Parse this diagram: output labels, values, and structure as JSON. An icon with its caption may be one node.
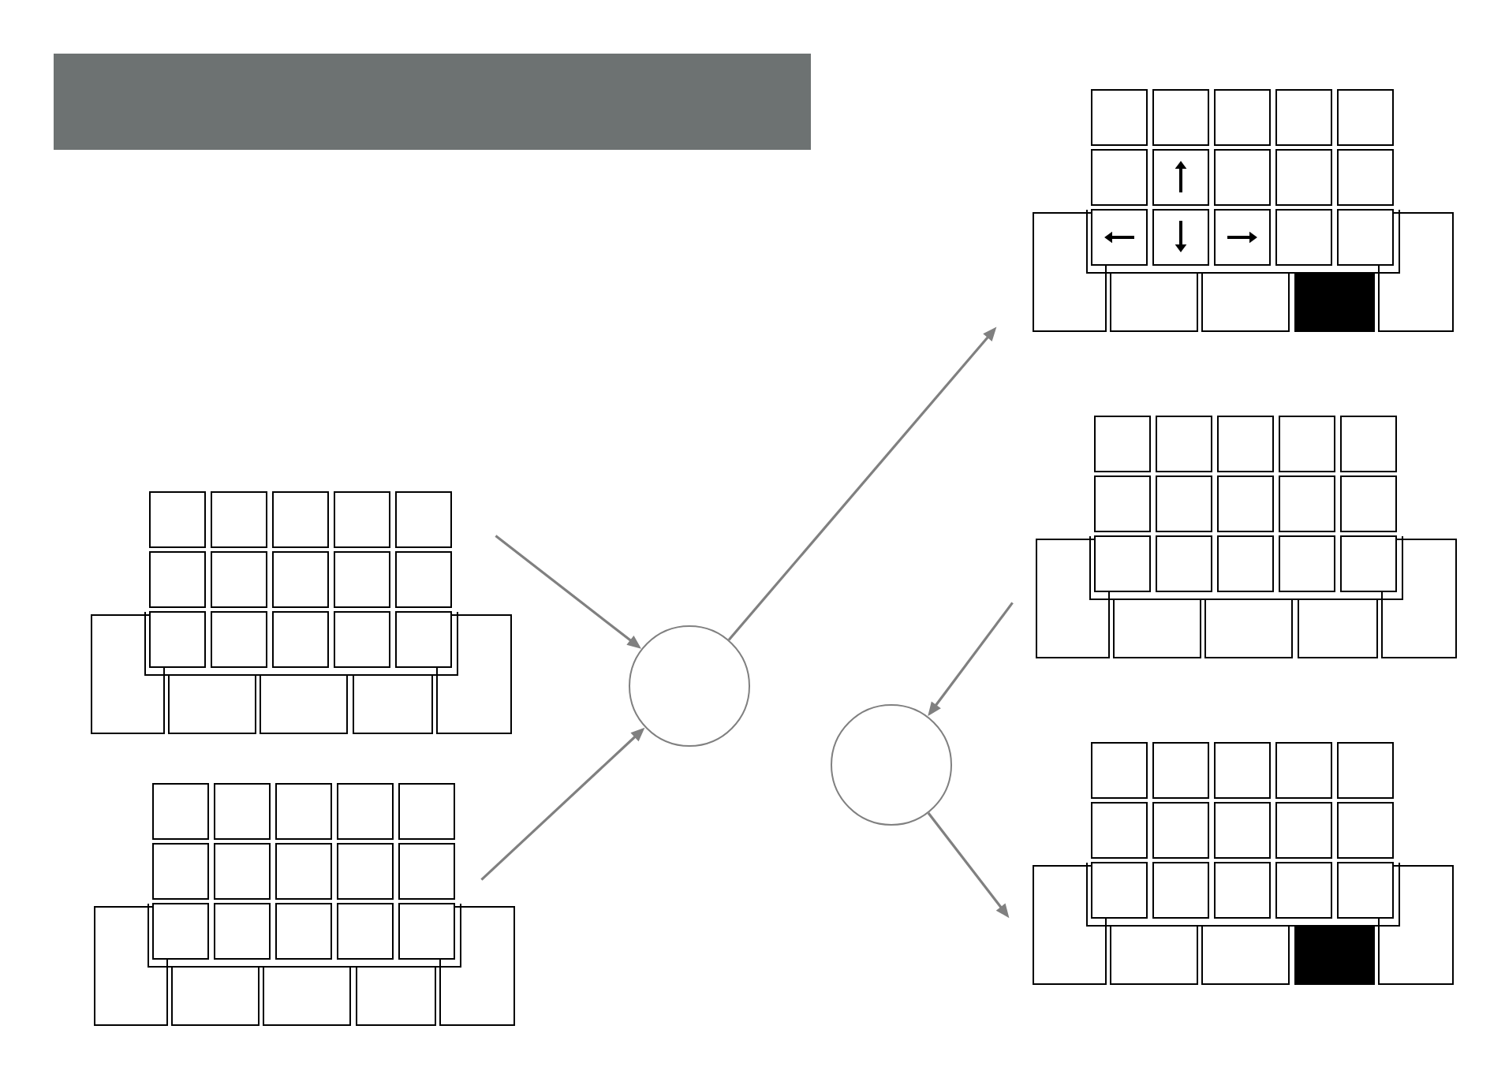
{
  "diagram": {
    "nodes": [
      {
        "text": [],
        "shape": "bar"
      },
      {
        "text": [],
        "shape": "picture"
      },
      {
        "text": [],
        "shape": "picture"
      },
      {
        "text": [],
        "shape": "circle"
      },
      {
        "text": [],
        "shape": "picture"
      },
      {
        "text": [],
        "shape": "picture"
      },
      {
        "text": [],
        "shape": "circle"
      },
      {
        "text": [],
        "shape": "picture"
      }
    ],
    "edges": [
      {
        "from": 1,
        "to": 3,
        "arrow": "to"
      },
      {
        "from": 2,
        "to": 3,
        "arrow": "to"
      },
      {
        "from": 3,
        "to": 4,
        "arrow": "to"
      },
      {
        "from": 5,
        "to": 6,
        "arrow": "to"
      },
      {
        "from": 6,
        "to": 7,
        "arrow": "to"
      }
    ]
  }
}
